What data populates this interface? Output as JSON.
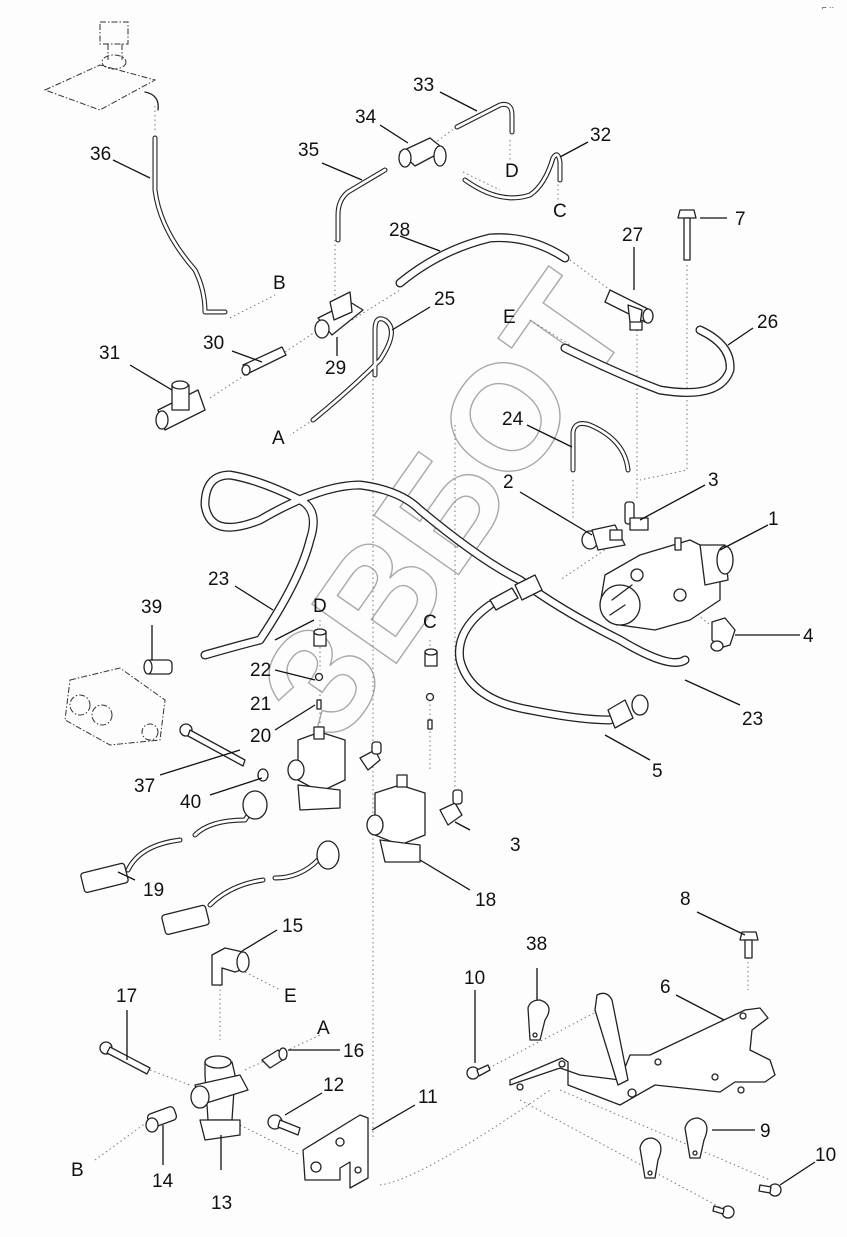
{
  "diagram": {
    "type": "exploded-parts-diagram",
    "corner_mark": "⌐ ··",
    "watermark": "ЗВБОТ",
    "callouts": {
      "c1": "1",
      "c2": "2",
      "c3a": "3",
      "c3b": "3",
      "c4": "4",
      "c5": "5",
      "c6": "6",
      "c7": "7",
      "c8": "8",
      "c9": "9",
      "c10a": "10",
      "c10b": "10",
      "c11": "11",
      "c12": "12",
      "c13": "13",
      "c14": "14",
      "c15": "15",
      "c16": "16",
      "c17": "17",
      "c18": "18",
      "c19": "19",
      "c20": "20",
      "c21": "21",
      "c22": "22",
      "c23a": "23",
      "c23b": "23",
      "c24": "24",
      "c25": "25",
      "c26": "26",
      "c27": "27",
      "c28": "28",
      "c29": "29",
      "c30": "30",
      "c31": "31",
      "c32": "32",
      "c33": "33",
      "c34": "34",
      "c35": "35",
      "c36": "36",
      "c37": "37",
      "c38": "38",
      "c39": "39",
      "c40": "40"
    },
    "connection_letters": {
      "B_top": "B",
      "D_top": "D",
      "C_top": "C",
      "E_top": "E",
      "A_mid": "A",
      "D_mid": "D",
      "C_mid": "C",
      "E_low": "E",
      "A_low": "A",
      "B_low": "B"
    },
    "parts": [
      {
        "ref": "1",
        "name": "valve-assembly"
      },
      {
        "ref": "2",
        "name": "elbow-fitting"
      },
      {
        "ref": "3",
        "name": "elbow-fitting-small"
      },
      {
        "ref": "4",
        "name": "elbow-fitting"
      },
      {
        "ref": "5",
        "name": "hose-assembly"
      },
      {
        "ref": "6",
        "name": "mounting-bracket"
      },
      {
        "ref": "7",
        "name": "bolt"
      },
      {
        "ref": "8",
        "name": "bolt"
      },
      {
        "ref": "9",
        "name": "clip"
      },
      {
        "ref": "10",
        "name": "screw"
      },
      {
        "ref": "11",
        "name": "plate-bracket"
      },
      {
        "ref": "12",
        "name": "bolt"
      },
      {
        "ref": "13",
        "name": "valve"
      },
      {
        "ref": "14",
        "name": "fitting"
      },
      {
        "ref": "15",
        "name": "elbow"
      },
      {
        "ref": "16",
        "name": "fitting"
      },
      {
        "ref": "17",
        "name": "bolt"
      },
      {
        "ref": "18",
        "name": "solenoid-valve"
      },
      {
        "ref": "19",
        "name": "connector-harness"
      },
      {
        "ref": "20",
        "name": "pin"
      },
      {
        "ref": "21",
        "name": "nut"
      },
      {
        "ref": "22",
        "name": "nut"
      },
      {
        "ref": "23",
        "name": "hose"
      },
      {
        "ref": "24",
        "name": "tube"
      },
      {
        "ref": "25",
        "name": "tube"
      },
      {
        "ref": "26",
        "name": "hose"
      },
      {
        "ref": "27",
        "name": "tee-fitting"
      },
      {
        "ref": "28",
        "name": "hose"
      },
      {
        "ref": "29",
        "name": "tee-fitting"
      },
      {
        "ref": "30",
        "name": "tube-sleeve"
      },
      {
        "ref": "31",
        "name": "tee-fitting"
      },
      {
        "ref": "32",
        "name": "tube"
      },
      {
        "ref": "33",
        "name": "tube"
      },
      {
        "ref": "34",
        "name": "tee-fitting"
      },
      {
        "ref": "35",
        "name": "tube"
      },
      {
        "ref": "36",
        "name": "tube"
      },
      {
        "ref": "37",
        "name": "bolt"
      },
      {
        "ref": "38",
        "name": "clip"
      },
      {
        "ref": "39",
        "name": "fitting"
      },
      {
        "ref": "40",
        "name": "washer"
      }
    ]
  }
}
